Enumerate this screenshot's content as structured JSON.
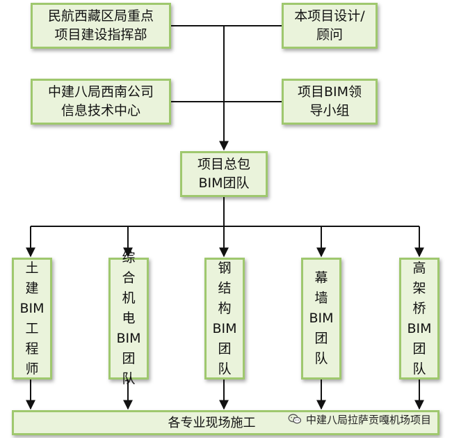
{
  "top_left": [
    "民航西藏区局重点",
    "项目建设指挥部"
  ],
  "top_right": [
    "本项目设计/",
    "顾问"
  ],
  "mid_left": [
    "中建八局西南公司",
    "信息技术中心"
  ],
  "mid_right": [
    "项目BIM领",
    "导小组"
  ],
  "center": [
    "项目总包",
    "BIM团队"
  ],
  "teams": [
    [
      "土",
      "建",
      "BIM",
      "工",
      "程",
      "师"
    ],
    [
      "综",
      "合",
      "机",
      "电",
      "BIM",
      "团",
      "队"
    ],
    [
      "钢",
      "结",
      "构",
      "BIM",
      "团",
      "队"
    ],
    [
      "幕",
      "墙",
      "BIM",
      "团",
      "队"
    ],
    [
      "高",
      "架",
      "桥",
      "BIM",
      "团",
      "队"
    ]
  ],
  "bottom": "各专业现场施工",
  "watermark": "中建八局拉萨贡嘎机场项目",
  "colors": {
    "box_fill": "#eaf3db",
    "box_border": "#9fc86e",
    "line": "#111111"
  }
}
